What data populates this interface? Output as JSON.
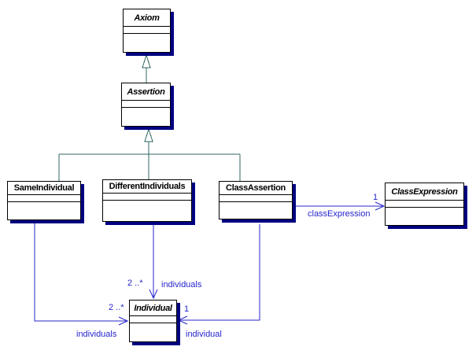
{
  "diagram": {
    "type": "uml-class-diagram",
    "classes": {
      "axiom": {
        "name": "Axiom",
        "abstract": true
      },
      "assertion": {
        "name": "Assertion",
        "abstract": true
      },
      "same_individual": {
        "name": "SameIndividual",
        "abstract": false
      },
      "different_individuals": {
        "name": "DifferentIndividuals",
        "abstract": false
      },
      "class_assertion": {
        "name": "ClassAssertion",
        "abstract": false
      },
      "class_expression": {
        "name": "ClassExpression",
        "abstract": true
      },
      "individual": {
        "name": "Individual",
        "abstract": true
      }
    },
    "generalizations": [
      {
        "from": "Assertion",
        "to": "Axiom"
      },
      {
        "from": "SameIndividual",
        "to": "Assertion"
      },
      {
        "from": "DifferentIndividuals",
        "to": "Assertion"
      },
      {
        "from": "ClassAssertion",
        "to": "Assertion"
      }
    ],
    "associations": {
      "class_expression_assoc": {
        "from": "ClassAssertion",
        "to": "ClassExpression",
        "role": "classExpression",
        "multiplicity": "1"
      },
      "different_individuals_assoc": {
        "from": "DifferentIndividuals",
        "to": "Individual",
        "role": "individuals",
        "multiplicity": "2 ..*"
      },
      "same_individual_assoc": {
        "from": "SameIndividual",
        "to": "Individual",
        "role": "individuals",
        "multiplicity": "2 ..*"
      },
      "class_assertion_individual_assoc": {
        "from": "ClassAssertion",
        "to": "Individual",
        "role": "individual",
        "multiplicity": "1"
      }
    },
    "colors": {
      "background": "#ffffff",
      "box_fill": "#ffffff",
      "box_border": "#000000",
      "box_shadow": "#000082",
      "generalization_line": "#336666",
      "association_line": "#2525cc",
      "label_text": "#2525cc"
    }
  }
}
